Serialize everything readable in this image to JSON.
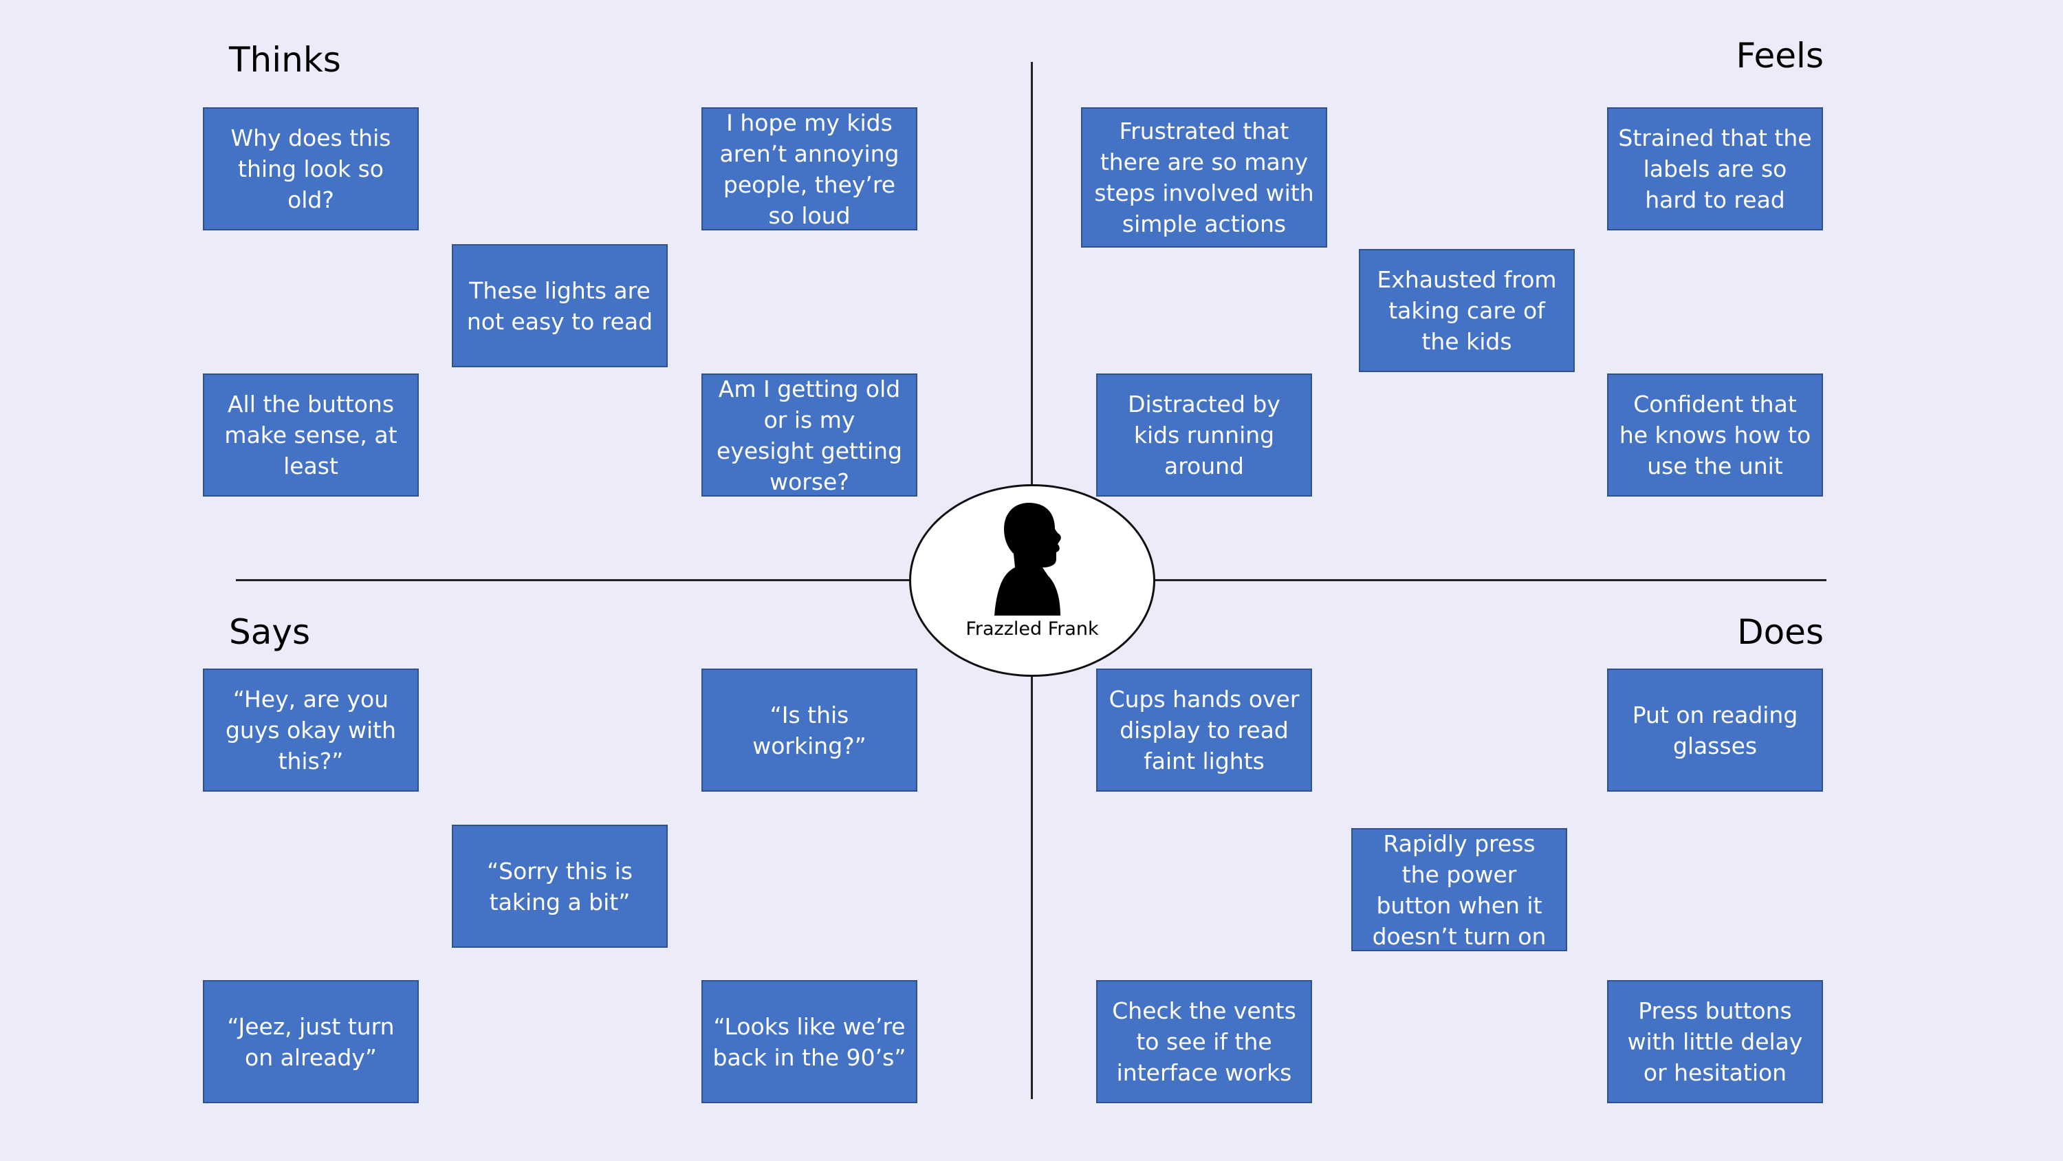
{
  "persona": {
    "name": "Frazzled Frank",
    "icon": "person-silhouette-icon"
  },
  "quadrants": {
    "thinks": {
      "title": "Thinks",
      "notes": [
        "Why does this thing look so old?",
        "I hope my kids aren’t annoying people, they’re so loud",
        "These lights are not easy to read",
        "All the buttons make sense, at least",
        "Am I getting old or is my eyesight getting worse?"
      ]
    },
    "feels": {
      "title": "Feels",
      "notes": [
        "Frustrated that there are so many steps involved with simple actions",
        "Strained that the labels are so hard to read",
        "Exhausted from taking care of the kids",
        "Distracted by kids running around",
        "Confident that he knows how to use the unit"
      ]
    },
    "says": {
      "title": "Says",
      "notes": [
        "“Hey, are you guys okay with this?”",
        "“Is this working?”",
        "“Sorry this is taking a bit”",
        "“Jeez, just turn on already”",
        "“Looks like we’re back in the 90’s”"
      ]
    },
    "does": {
      "title": "Does",
      "notes": [
        "Cups hands over display to read faint lights",
        "Put on reading glasses",
        "Rapidly press the power button when it doesn’t turn on",
        "Check the vents to see if the interface works",
        "Press buttons with little delay or hesitation"
      ]
    }
  },
  "colors": {
    "background": "#ebebf9",
    "note": "#4472c4",
    "note_border": "#2f528f",
    "note_text": "#ffffff"
  }
}
